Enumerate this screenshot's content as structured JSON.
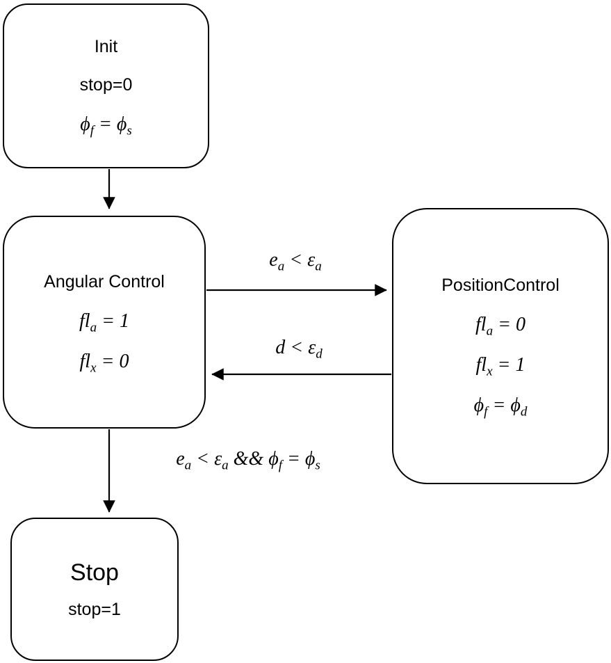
{
  "colors": {
    "stroke": "#000000",
    "background": "#ffffff",
    "text": "#000000"
  },
  "nodes": {
    "init": {
      "title": "Init",
      "assign": "stop=0",
      "math": [
        {
          "t": "ϕ"
        },
        {
          "t": "f",
          "sub": true
        },
        {
          "t": " = "
        },
        {
          "t": "ϕ"
        },
        {
          "t": "s",
          "sub": true
        }
      ]
    },
    "angular_control": {
      "title": "Angular Control",
      "math1": [
        {
          "t": "fl"
        },
        {
          "t": "a",
          "sub": true
        },
        {
          "t": " = 1"
        }
      ],
      "math2": [
        {
          "t": "fl"
        },
        {
          "t": "x",
          "sub": true
        },
        {
          "t": " = 0"
        }
      ]
    },
    "position_control": {
      "title": "PositionControl",
      "math1": [
        {
          "t": "fl"
        },
        {
          "t": "a",
          "sub": true
        },
        {
          "t": " = 0"
        }
      ],
      "math2": [
        {
          "t": "fl"
        },
        {
          "t": "x",
          "sub": true
        },
        {
          "t": " = 1"
        }
      ],
      "math3": [
        {
          "t": "ϕ"
        },
        {
          "t": "f",
          "sub": true
        },
        {
          "t": " = "
        },
        {
          "t": "ϕ"
        },
        {
          "t": "d",
          "sub": true
        }
      ]
    },
    "stop": {
      "title": "Stop",
      "assign": "stop=1"
    }
  },
  "edges": {
    "angular_to_position": {
      "label": [
        {
          "t": "e"
        },
        {
          "t": "a",
          "sub": true
        },
        {
          "t": " < "
        },
        {
          "t": "ε"
        },
        {
          "t": "a",
          "sub": true
        }
      ]
    },
    "position_to_angular": {
      "label": [
        {
          "t": "d"
        },
        {
          "t": " < "
        },
        {
          "t": "ε"
        },
        {
          "t": "d",
          "sub": true
        }
      ]
    },
    "angular_to_stop": {
      "label": [
        {
          "t": "e"
        },
        {
          "t": "a",
          "sub": true
        },
        {
          "t": " < "
        },
        {
          "t": "ε"
        },
        {
          "t": "a",
          "sub": true
        },
        {
          "t": " && "
        },
        {
          "t": "ϕ"
        },
        {
          "t": "f",
          "sub": true
        },
        {
          "t": " = "
        },
        {
          "t": "ϕ"
        },
        {
          "t": "s",
          "sub": true
        }
      ]
    }
  }
}
